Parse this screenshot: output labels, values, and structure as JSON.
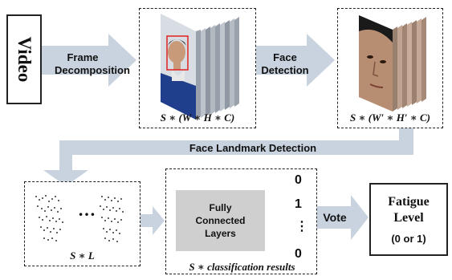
{
  "input": {
    "label": "Video"
  },
  "steps": {
    "frame_decomposition": "Frame\nDecomposition",
    "face_detection": "Face\nDetection",
    "face_landmark_detection": "Face Landmark Detection",
    "vote": "Vote"
  },
  "captions": {
    "frames": "S ∗ (W ∗ H ∗ C)",
    "faces": "S ∗ (W′ ∗ H′ ∗ C)",
    "landmarks": "S ∗ L",
    "classification": "S ∗ classification results"
  },
  "classifier": {
    "label": "Fully\nConnected\nLayers"
  },
  "outputs": [
    "0",
    "1",
    "⋮",
    "0"
  ],
  "result": {
    "title": "Fatigue\nLevel",
    "subtitle": "(0 or 1)"
  },
  "landmark_ellipsis": "…",
  "colors": {
    "arrow": "#c9d3df",
    "fc_fill": "#cfcfcf",
    "uniform": "#1f3f8c",
    "face_box": "#e02020"
  }
}
